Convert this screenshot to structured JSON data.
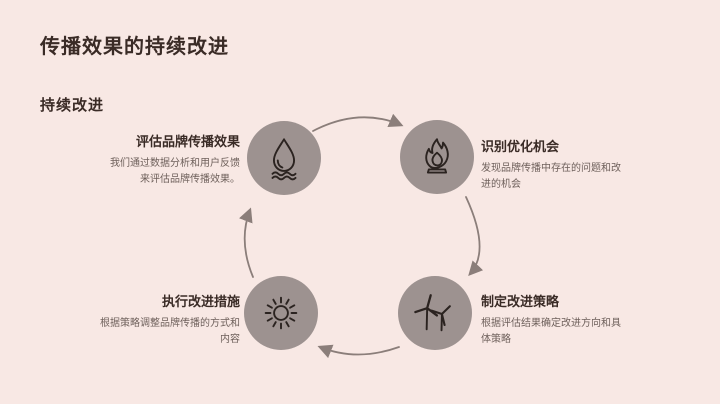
{
  "slide": {
    "title": "传播效果的持续改进",
    "subtitle": "持续改进"
  },
  "cycle": {
    "flow": "clockwise",
    "nodes": [
      {
        "position": "top-left",
        "title": "评估品牌传播效果",
        "desc": "我们通过数据分析和用户反馈来评估品牌传播效果。",
        "icon": "water-drop-icon"
      },
      {
        "position": "top-right",
        "title": "识别优化机会",
        "desc": "发现品牌传播中存在的问题和改进的机会",
        "icon": "flame-icon"
      },
      {
        "position": "bottom-right",
        "title": "制定改进策略",
        "desc": "根据评估结果确定改进方向和具体策略",
        "icon": "wind-turbine-icon"
      },
      {
        "position": "bottom-left",
        "title": "执行改进措施",
        "desc": "根据策略调整品牌传播的方式和内容",
        "icon": "sun-icon"
      }
    ]
  },
  "colors": {
    "background": "#f8e8e4",
    "circle_fill": "#9d9290",
    "icon_stroke": "#2b2320",
    "title_text": "#3a2b26",
    "desc_text": "#6e605b",
    "arrow": "#8b7e7a"
  }
}
